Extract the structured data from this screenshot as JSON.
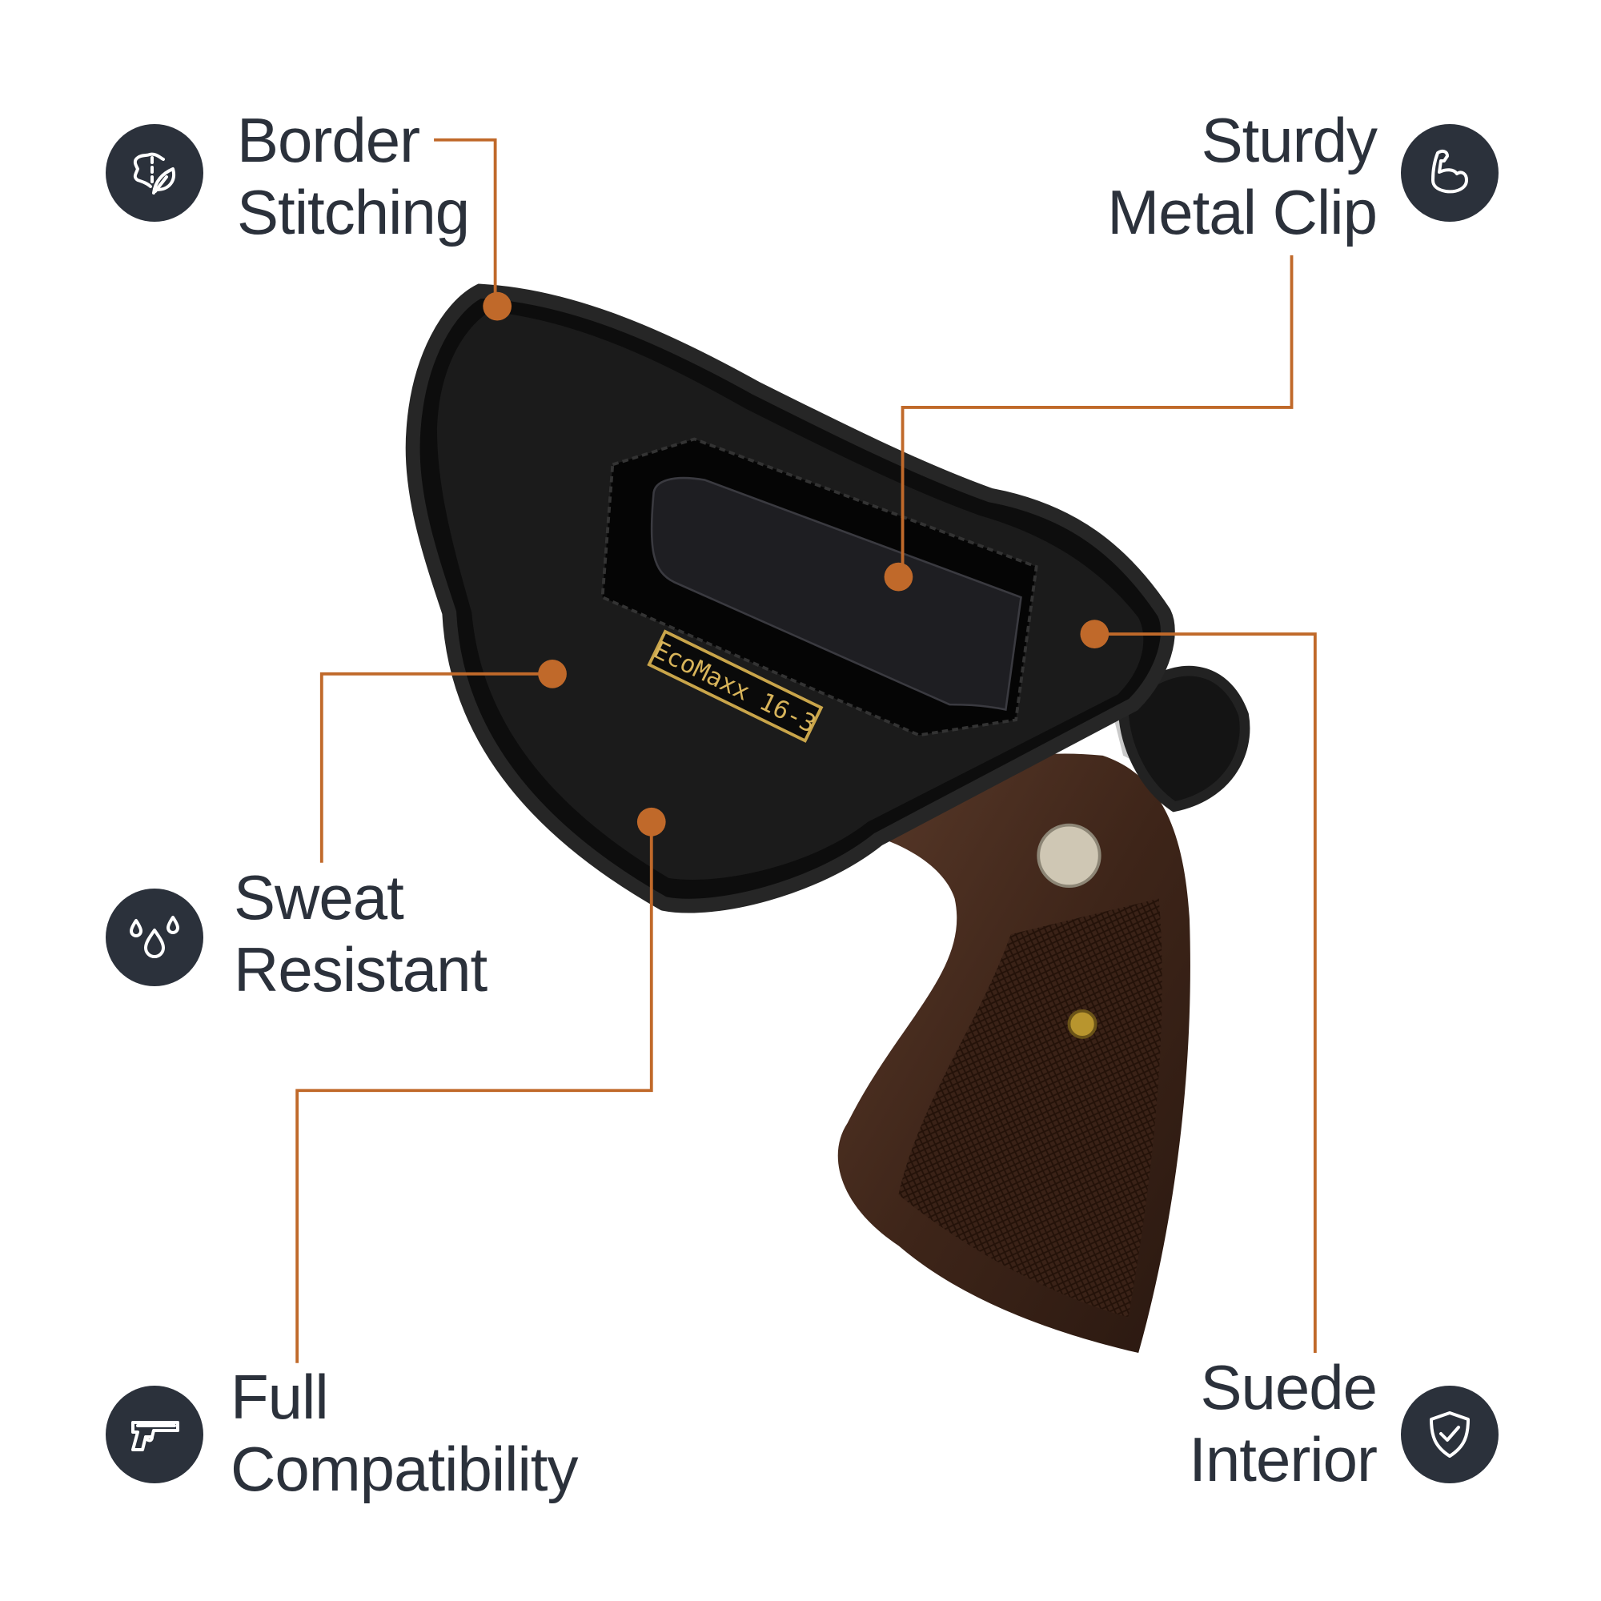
{
  "colors": {
    "accent": "#c0692a",
    "icon_bg": "#2b313b",
    "text": "#2b313b"
  },
  "features": [
    {
      "id": "border-stitching",
      "lines": [
        "Border",
        "Stitching"
      ],
      "icon": "leather-leaf-icon"
    },
    {
      "id": "sturdy-metal-clip",
      "lines": [
        "Sturdy",
        "Metal Clip"
      ],
      "icon": "flexed-arm-icon"
    },
    {
      "id": "sweat-resistant",
      "lines": [
        "Sweat",
        "Resistant"
      ],
      "icon": "water-drops-icon"
    },
    {
      "id": "full-compatibility",
      "lines": [
        "Full",
        "Compatibility"
      ],
      "icon": "pistol-icon"
    },
    {
      "id": "suede-interior",
      "lines": [
        "Suede",
        "Interior"
      ],
      "icon": "shield-check-icon"
    }
  ],
  "product": {
    "badge": "EcoMaxx 16-3"
  }
}
